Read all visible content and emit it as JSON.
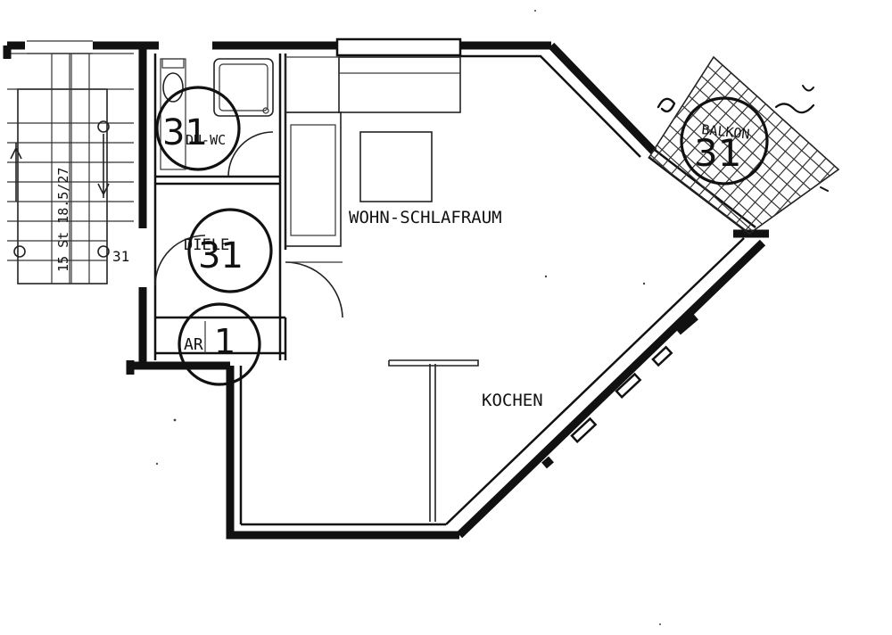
{
  "plan": {
    "rooms": {
      "living": "WOHN-SCHLAFRAUM",
      "kitchen": "KOCHEN",
      "bath": "DU-WC",
      "hall": "DIELE",
      "storage": "AR",
      "balcony": "BALKON"
    },
    "stair": {
      "label": "15 St 18.5/27",
      "unit_number": "31"
    },
    "stamps": {
      "bath": "31",
      "hall": "31",
      "storage": "1",
      "balcony": "31"
    }
  },
  "colors": {
    "ink": "#111111",
    "paper": "#ffffff"
  }
}
